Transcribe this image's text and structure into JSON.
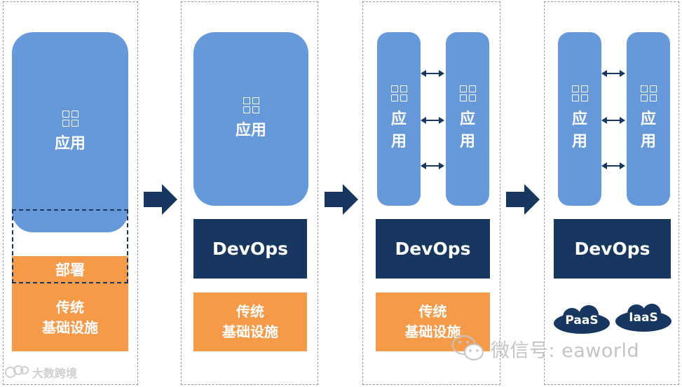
{
  "stages": [
    {
      "app_label": "应用",
      "deploy_label": "部署",
      "traditional_label": "传统\n基础设施"
    },
    {
      "app_label": "应用",
      "devops_label": "DevOps",
      "traditional_label": "传统\n基础设施"
    },
    {
      "app_labels": [
        "应用",
        "应用"
      ],
      "devops_label": "DevOps",
      "traditional_label": "传统\n基础设施"
    },
    {
      "app_labels": [
        "应用",
        "应用"
      ],
      "devops_label": "DevOps",
      "cloud_labels": [
        "PaaS",
        "IaaS"
      ]
    }
  ],
  "watermarks": {
    "wechat": "微信号: eaworld",
    "brand": "大数跨境"
  },
  "icons": [
    "grid-icon",
    "double-arrow-icon",
    "flow-arrow-icon",
    "cloud-icon",
    "wechat-logo-icon"
  ],
  "colors": {
    "app": "#6699d9",
    "devops": "#173761",
    "traditional": "#f59a48",
    "panel_border": "#9a9a9a",
    "watermark": "#c4c4c4"
  }
}
